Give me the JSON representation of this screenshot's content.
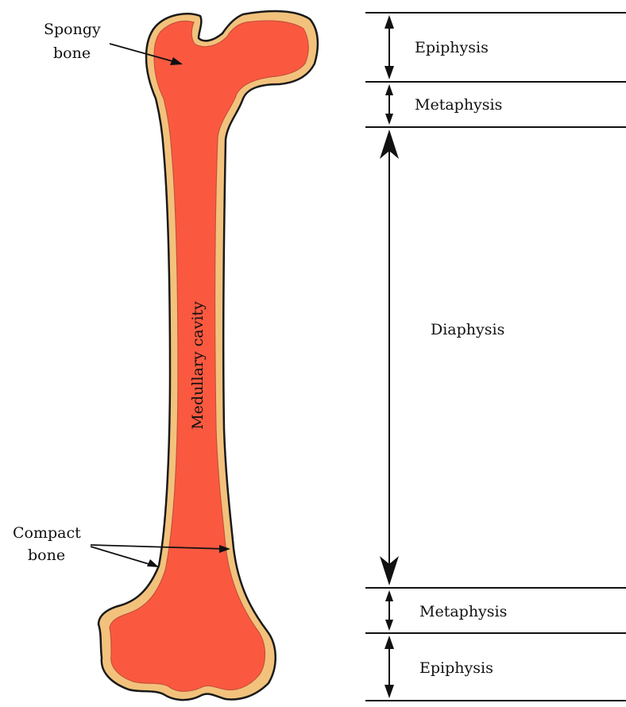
{
  "labels": {
    "spongy_line1": "Spongy",
    "spongy_line2": "bone",
    "compact_line1": "Compact",
    "compact_line2": "bone",
    "medullary": "Medullary cavity"
  },
  "regions": {
    "epiphysis_top": "Epiphysis",
    "metaphysis_top": "Metaphysis",
    "diaphysis": "Diaphysis",
    "metaphysis_bottom": "Metaphysis",
    "epiphysis_bottom": "Epiphysis"
  },
  "colors": {
    "compact_bone": "#f2c27c",
    "marrow": "#fa5940",
    "inner_edge": "#c8503a"
  }
}
